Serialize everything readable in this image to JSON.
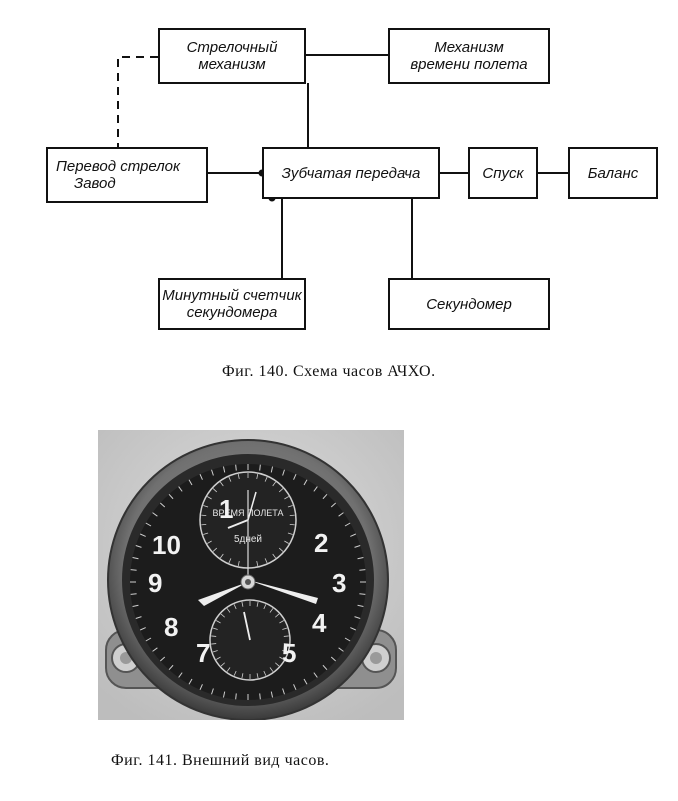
{
  "diagram": {
    "boxes": {
      "arrow_mechanism": [
        "Стрелочный",
        "механизм"
      ],
      "flight_time": [
        "Механизм",
        "времени полета"
      ],
      "hands_setting": [
        "Перевод стрелок",
        "Завод"
      ],
      "gear_train": [
        "Зубчатая передача"
      ],
      "escapement": [
        "Спуск"
      ],
      "balance": [
        "Баланс"
      ],
      "minute_counter": [
        "Минутный счетчик",
        "секундомера"
      ],
      "stopwatch": [
        "Секундомер"
      ]
    },
    "caption": "Фиг. 140. Схема часов АЧХО."
  },
  "photo": {
    "dial_numbers": [
      "1",
      "2",
      "3",
      "4",
      "5",
      "7",
      "8",
      "9",
      "10"
    ],
    "upper_subdial_text": [
      "ВРЕМЯ ПОЛЕТА",
      "5дней"
    ],
    "caption": "Фиг. 141. Внешний вид часов."
  },
  "colors": {
    "ink": "#111111",
    "paper": "#ffffff",
    "dial": "#1c1c1c"
  }
}
